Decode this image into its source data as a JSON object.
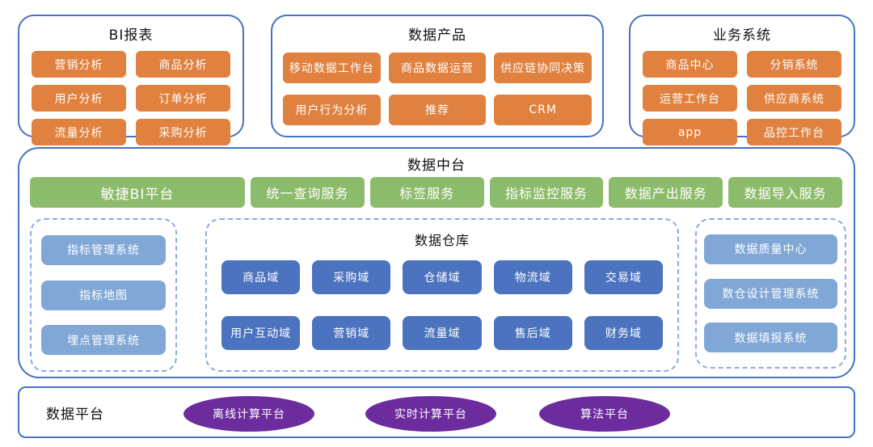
{
  "colors": {
    "orange": "#E0813F",
    "green": "#8CBB6B",
    "light_blue": "#80A7D6",
    "dark_blue": "#4B73BF",
    "purple": "#6C2C9E",
    "solid_border_blue": "#4472C4",
    "dashed_border_blue": "#8FAADC"
  },
  "top_boxes": [
    {
      "title": "BI报表",
      "items": [
        "营销分析",
        "商品分析",
        "用户分析",
        "订单分析",
        "流量分析",
        "采购分析"
      ]
    },
    {
      "title": "数据产品",
      "items": [
        "移动数据工作台",
        "商品数据运营",
        "供应链协同决策",
        "用户行为分析",
        "推荐",
        "CRM"
      ]
    },
    {
      "title": "业务系统",
      "items": [
        "商品中心",
        "分销系统",
        "运营工作台",
        "供应商系统",
        "app",
        "品控工作台"
      ]
    }
  ],
  "middle": {
    "title": "数据中台",
    "services": [
      "敏捷BI平台",
      "统一查询服务",
      "标签服务",
      "指标监控服务",
      "数据产出服务",
      "数据导入服务"
    ],
    "left_panel": {
      "items": [
        "指标管理系统",
        "指标地图",
        "埋点管理系统"
      ]
    },
    "warehouse": {
      "title": "数据仓库",
      "items": [
        "商品域",
        "采购域",
        "仓储域",
        "物流域",
        "交易域",
        "用户互动域",
        "营销域",
        "流量域",
        "售后域",
        "财务域"
      ]
    },
    "right_panel": {
      "items": [
        "数据质量中心",
        "数仓设计管理系统",
        "数据填报系统"
      ]
    }
  },
  "bottom": {
    "title": "数据平台",
    "platforms": [
      "离线计算平台",
      "实时计算平台",
      "算法平台"
    ]
  }
}
